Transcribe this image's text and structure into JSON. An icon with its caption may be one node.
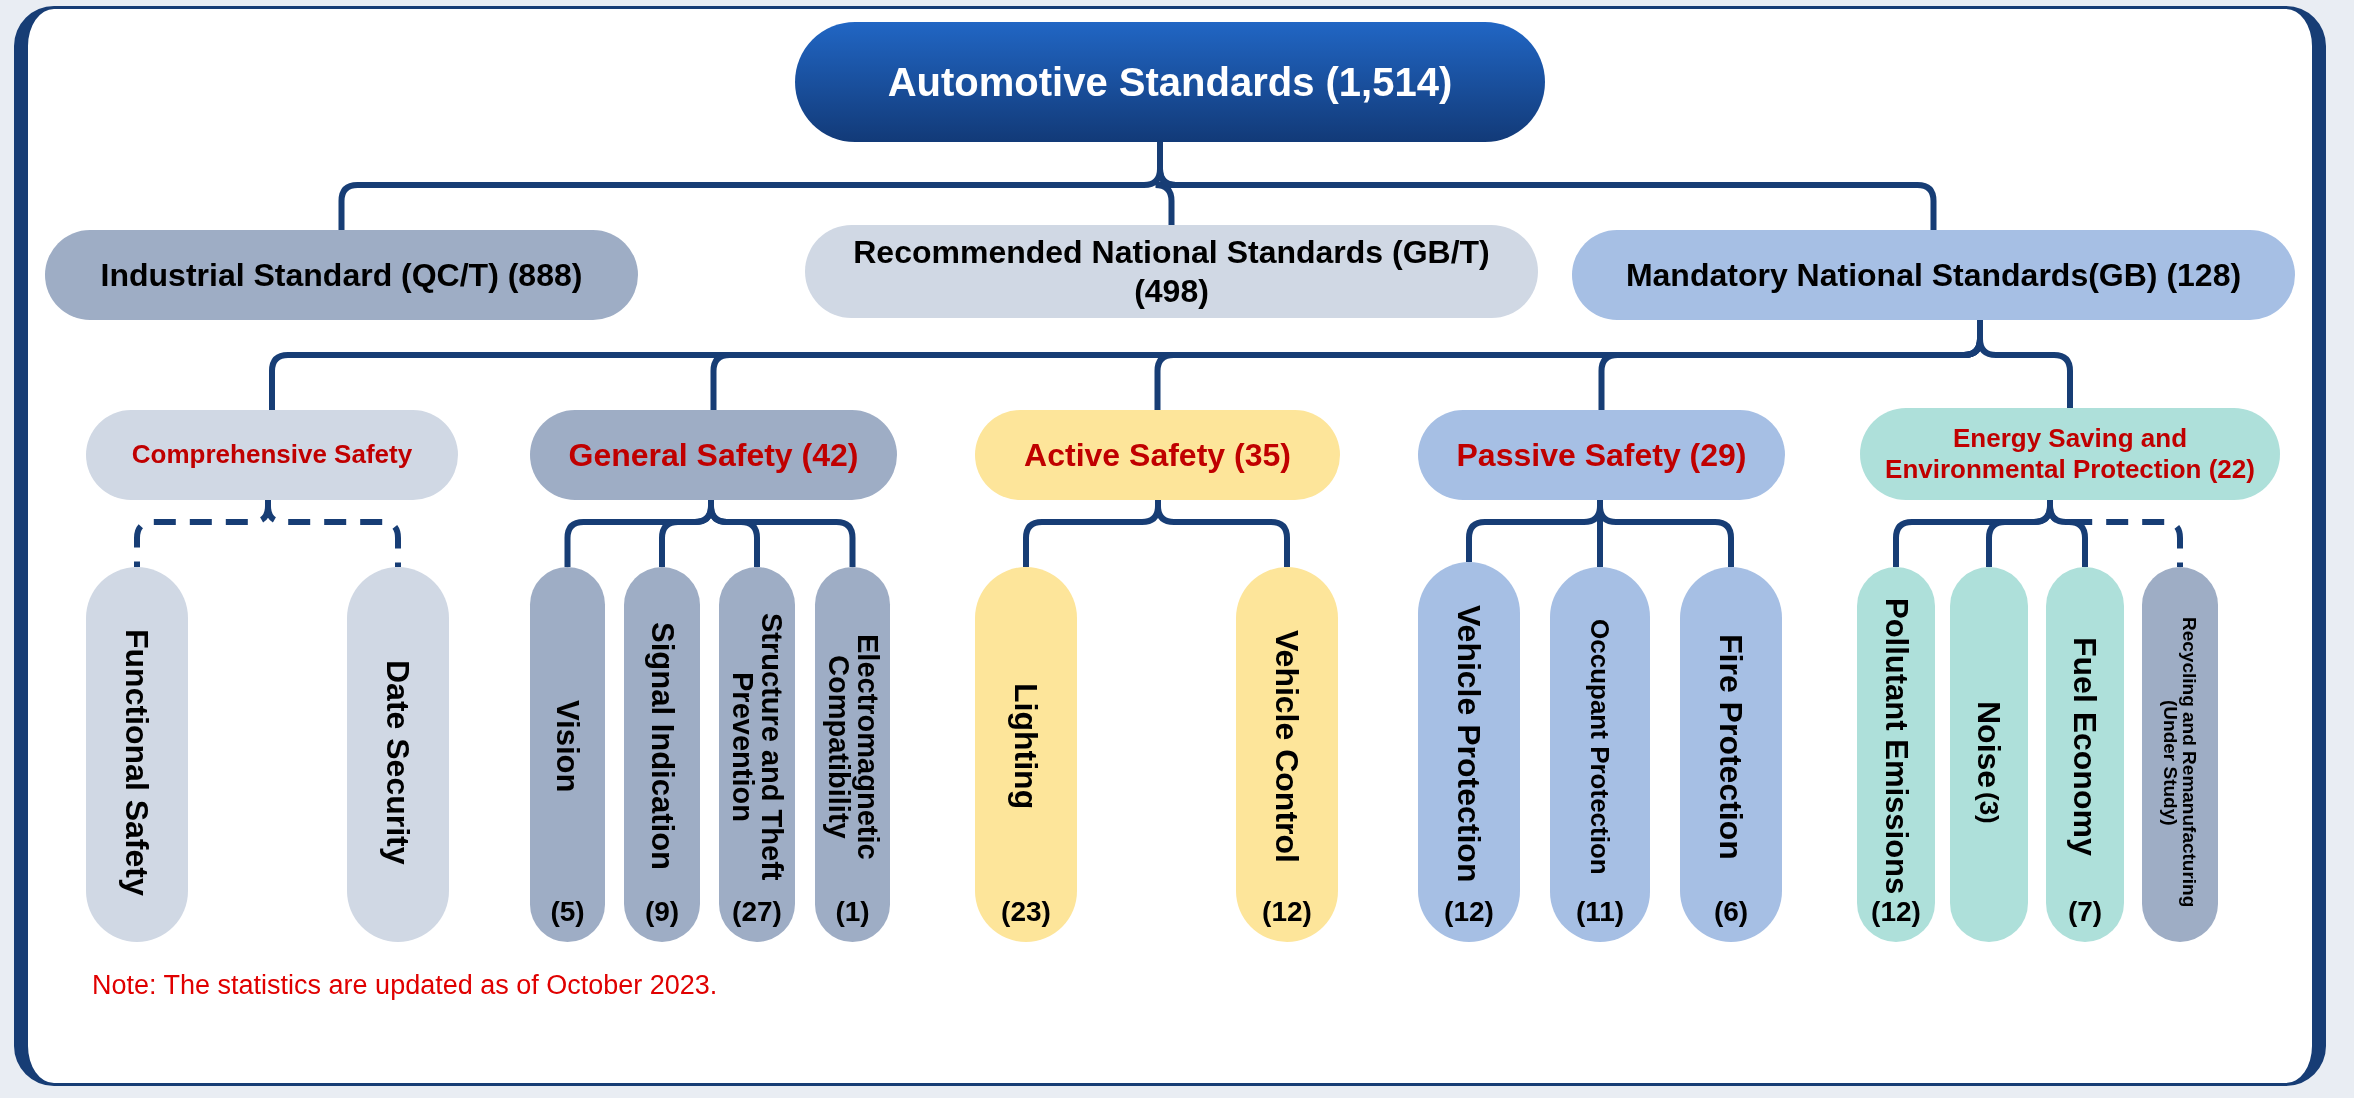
{
  "diagram": {
    "nodes": [
      {
        "text": [
          "Automotive Standards (1,514)"
        ]
      },
      {
        "text": [
          "Industrial Standard (QC/T) (888)"
        ]
      },
      {
        "text": [
          "Recommended National Standards (GB/T) (498)"
        ]
      },
      {
        "text": [
          "Mandatory National Standards(GB)  (128)"
        ]
      },
      {
        "text": [
          "Comprehensive Safety"
        ]
      },
      {
        "text": [
          "General Safety (42)"
        ]
      },
      {
        "text": [
          "Active Safety (35)"
        ]
      },
      {
        "text": [
          "Passive Safety (29)"
        ]
      },
      {
        "text": [
          "Energy Saving and Environmental Protection (22)"
        ]
      },
      {
        "text": [
          "Functional Safety"
        ]
      },
      {
        "text": [
          "Date Security"
        ]
      },
      {
        "text": [
          "Vision",
          "(5)"
        ]
      },
      {
        "text": [
          "Signal Indication",
          "(9)"
        ]
      },
      {
        "text": [
          "Structure and Theft Prevention",
          "(27)"
        ]
      },
      {
        "text": [
          "Electromagnetic Compatibility",
          "(1)"
        ]
      },
      {
        "text": [
          "Lighting",
          "(23)"
        ]
      },
      {
        "text": [
          "Vehicle Control",
          "(12)"
        ]
      },
      {
        "text": [
          "Vehicle Protection",
          "(12)"
        ]
      },
      {
        "text": [
          "Occupant Protection",
          "(11)"
        ]
      },
      {
        "text": [
          "Fire Protection",
          "(6)"
        ]
      },
      {
        "text": [
          "Pollutant Emissions",
          "(12)"
        ]
      },
      {
        "text": [
          "Noise",
          "(3)"
        ]
      },
      {
        "text": [
          "Fuel Economy",
          "(7)"
        ]
      },
      {
        "text": [
          "Recycling and Remanufacturing (Under Study)"
        ]
      }
    ],
    "edges": [
      {
        "from": 0,
        "to": 1,
        "arrow": "none"
      },
      {
        "from": 0,
        "to": 2,
        "arrow": "none"
      },
      {
        "from": 0,
        "to": 3,
        "arrow": "none"
      },
      {
        "from": 3,
        "to": 4,
        "arrow": "none"
      },
      {
        "from": 3,
        "to": 5,
        "arrow": "none"
      },
      {
        "from": 3,
        "to": 6,
        "arrow": "none"
      },
      {
        "from": 3,
        "to": 7,
        "arrow": "none"
      },
      {
        "from": 3,
        "to": 8,
        "arrow": "none"
      },
      {
        "from": 4,
        "to": 9,
        "arrow": "none",
        "style": "dashed"
      },
      {
        "from": 4,
        "to": 10,
        "arrow": "none",
        "style": "dashed"
      },
      {
        "from": 5,
        "to": 11,
        "arrow": "none"
      },
      {
        "from": 5,
        "to": 12,
        "arrow": "none"
      },
      {
        "from": 5,
        "to": 13,
        "arrow": "none"
      },
      {
        "from": 5,
        "to": 14,
        "arrow": "none"
      },
      {
        "from": 6,
        "to": 15,
        "arrow": "none"
      },
      {
        "from": 6,
        "to": 16,
        "arrow": "none"
      },
      {
        "from": 7,
        "to": 17,
        "arrow": "none"
      },
      {
        "from": 7,
        "to": 18,
        "arrow": "none"
      },
      {
        "from": 7,
        "to": 19,
        "arrow": "none"
      },
      {
        "from": 8,
        "to": 20,
        "arrow": "none"
      },
      {
        "from": 8,
        "to": 21,
        "arrow": "none"
      },
      {
        "from": 8,
        "to": 22,
        "arrow": "none"
      },
      {
        "from": 8,
        "to": 23,
        "arrow": "none",
        "style": "dashed"
      }
    ],
    "labels": [
      "Note: The statistics are updated as of October 2023."
    ]
  }
}
